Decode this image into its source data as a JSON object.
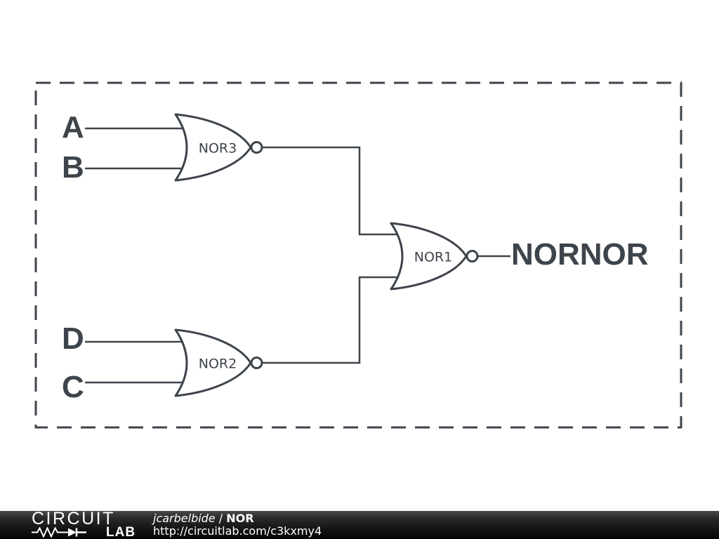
{
  "colors": {
    "stroke": "#3d444b",
    "canvas_background": "#ffffff",
    "footer_background_top": "#4a4a4a",
    "footer_background_bottom": "#060606",
    "footer_text": "#ffffff"
  },
  "schematic": {
    "nets": {
      "in_a": "A",
      "in_b": "B",
      "in_d": "D",
      "in_c": "C",
      "output": "NORNOR"
    },
    "gates": [
      {
        "name": "NOR3"
      },
      {
        "name": "NOR1"
      },
      {
        "name": "NOR2"
      }
    ]
  },
  "footer": {
    "logo_top": "CIRCUIT",
    "logo_bottom": "LAB",
    "author": "jcarbelbide",
    "separator": " / ",
    "title": "NOR",
    "url": "http://circuitlab.com/c3kxmy4"
  }
}
